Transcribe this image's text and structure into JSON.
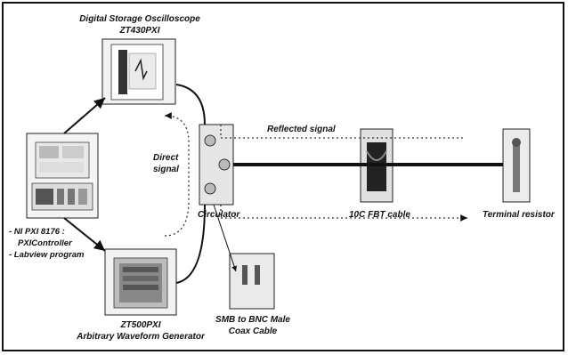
{
  "title_osc_line1": "Digital Storage Oscilloscope",
  "title_osc_line2": "ZT430PXI",
  "label_reflected": "Reflected signal",
  "label_direct_line1": "Direct",
  "label_direct_line2": "signal",
  "label_circulator": "Circulator",
  "label_cable": "10C FBT cable",
  "label_terminal": "Terminal resistor",
  "label_controller_line1": "- NI PXI 8176 :",
  "label_controller_line2": "PXIController",
  "label_controller_line3": "- Labview program",
  "label_awg_line1": "ZT500PXI",
  "label_awg_line2": "Arbitrary Waveform Generator",
  "label_smb_line1": "SMB to BNC Male",
  "label_smb_line2": "Coax Cable"
}
